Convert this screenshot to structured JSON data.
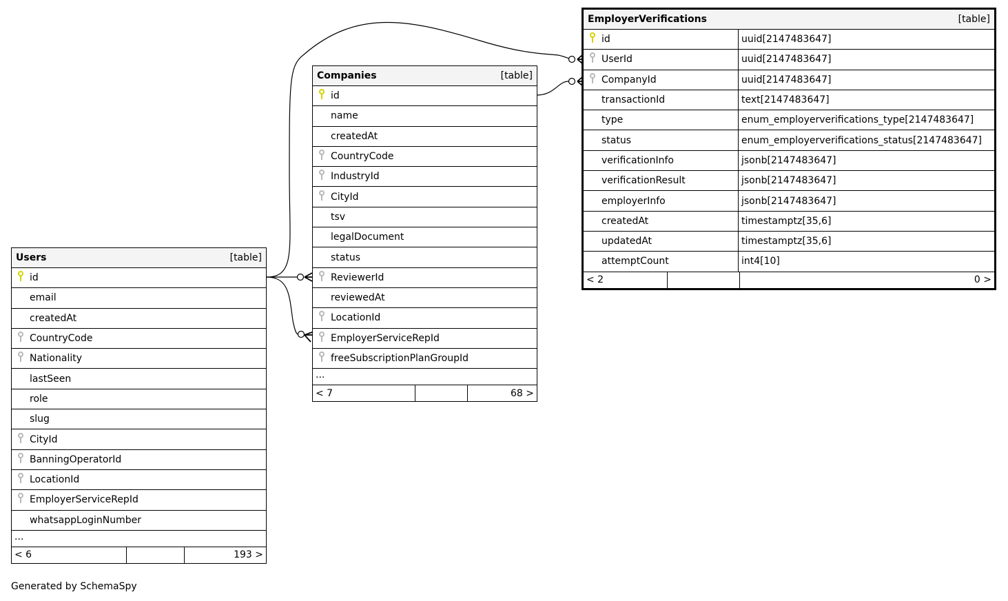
{
  "tables": [
    {
      "id": "users",
      "name": "Users",
      "kind": "[table]",
      "columns": [
        {
          "name": "id",
          "key": "pk"
        },
        {
          "name": "email",
          "key": ""
        },
        {
          "name": "createdAt",
          "key": ""
        },
        {
          "name": "CountryCode",
          "key": "fk"
        },
        {
          "name": "Nationality",
          "key": "fk"
        },
        {
          "name": "lastSeen",
          "key": ""
        },
        {
          "name": "role",
          "key": ""
        },
        {
          "name": "slug",
          "key": ""
        },
        {
          "name": "CityId",
          "key": "fk"
        },
        {
          "name": "BanningOperatorId",
          "key": "fk"
        },
        {
          "name": "LocationId",
          "key": "fk"
        },
        {
          "name": "EmployerServiceRepId",
          "key": "fk"
        },
        {
          "name": "whatsappLoginNumber",
          "key": ""
        }
      ],
      "more": "...",
      "footer": {
        "parents": "< 6",
        "mid": "",
        "children": "193 >"
      }
    },
    {
      "id": "companies",
      "name": "Companies",
      "kind": "[table]",
      "columns": [
        {
          "name": "id",
          "key": "pk"
        },
        {
          "name": "name",
          "key": ""
        },
        {
          "name": "createdAt",
          "key": ""
        },
        {
          "name": "CountryCode",
          "key": "fk"
        },
        {
          "name": "IndustryId",
          "key": "fk"
        },
        {
          "name": "CityId",
          "key": "fk"
        },
        {
          "name": "tsv",
          "key": ""
        },
        {
          "name": "legalDocument",
          "key": ""
        },
        {
          "name": "status",
          "key": ""
        },
        {
          "name": "ReviewerId",
          "key": "fk"
        },
        {
          "name": "reviewedAt",
          "key": ""
        },
        {
          "name": "LocationId",
          "key": "fk"
        },
        {
          "name": "EmployerServiceRepId",
          "key": "fk"
        },
        {
          "name": "freeSubscriptionPlanGroupId",
          "key": "fk"
        }
      ],
      "more": "...",
      "footer": {
        "parents": "< 7",
        "mid": "",
        "children": "68 >"
      }
    },
    {
      "id": "ev",
      "name": "EmployerVerifications",
      "kind": "[table]",
      "columns": [
        {
          "name": "id",
          "key": "pk",
          "type": "uuid[2147483647]"
        },
        {
          "name": "UserId",
          "key": "fk",
          "type": "uuid[2147483647]"
        },
        {
          "name": "CompanyId",
          "key": "fk",
          "type": "uuid[2147483647]"
        },
        {
          "name": "transactionId",
          "key": "",
          "type": "text[2147483647]"
        },
        {
          "name": "type",
          "key": "",
          "type": "enum_employerverifications_type[2147483647]"
        },
        {
          "name": "status",
          "key": "",
          "type": "enum_employerverifications_status[2147483647]"
        },
        {
          "name": "verificationInfo",
          "key": "",
          "type": "jsonb[2147483647]"
        },
        {
          "name": "verificationResult",
          "key": "",
          "type": "jsonb[2147483647]"
        },
        {
          "name": "employerInfo",
          "key": "",
          "type": "jsonb[2147483647]"
        },
        {
          "name": "createdAt",
          "key": "",
          "type": "timestamptz[35,6]"
        },
        {
          "name": "updatedAt",
          "key": "",
          "type": "timestamptz[35,6]"
        },
        {
          "name": "attemptCount",
          "key": "",
          "type": "int4[10]"
        }
      ],
      "footer": {
        "parents": "< 2",
        "mid": "",
        "children": "0 >"
      }
    }
  ],
  "generated_by": "Generated by SchemaSpy",
  "colors": {
    "pk": "#d4d400",
    "fk": "#b8b8b8",
    "header": "#f4f4f4"
  }
}
